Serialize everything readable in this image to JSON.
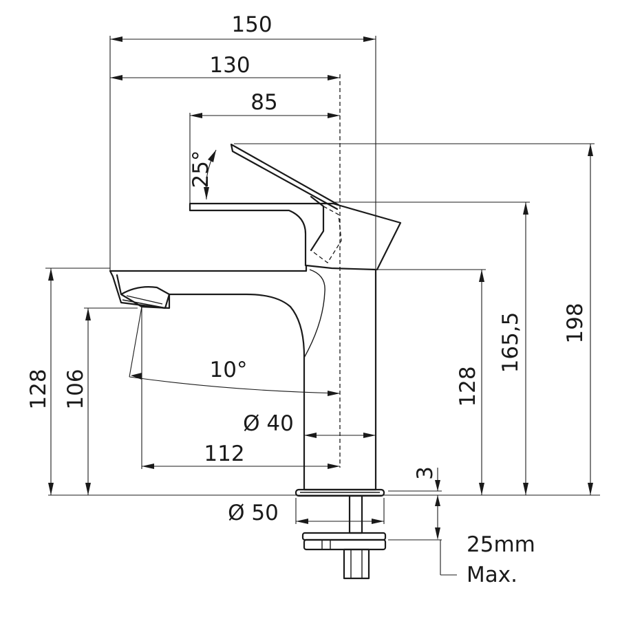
{
  "dimensions": {
    "overall_width": "150",
    "body_width": "130",
    "handle_width": "85",
    "handle_angle": "25°",
    "total_height": "198",
    "handle_base_height": "165,5",
    "spout_height_right": "128",
    "spout_height_left": "128",
    "outlet_height": "106",
    "spout_angle": "10°",
    "base_diameter": "Ø 40",
    "spout_reach": "112",
    "gasket_thickness": "3",
    "flange_diameter": "Ø 50",
    "max_counter_thickness": "25mm",
    "max_label": "Max."
  }
}
